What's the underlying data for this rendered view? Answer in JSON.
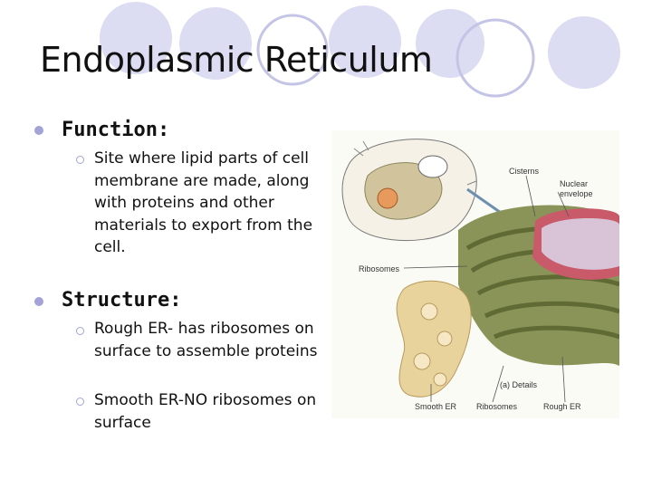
{
  "slide": {
    "title": "Endoplasmic Reticulum",
    "sections": [
      {
        "heading": "Function:",
        "items": [
          "Site where lipid parts of cell membrane are made, along with proteins and other materials to export from the cell."
        ]
      },
      {
        "heading": "Structure:",
        "items": [
          "Rough ER- has ribosomes on surface to assemble proteins",
          "Smooth ER-NO ribosomes on surface"
        ]
      }
    ]
  },
  "figure": {
    "labels": {
      "cisterns": "Cisterns",
      "nuclear_envelope_1": "Nuclear",
      "nuclear_envelope_2": "envelope",
      "ribosomes_left": "Ribosomes",
      "details": "(a) Details",
      "smooth_er": "Smooth ER",
      "ribosomes_bottom": "Ribosomes",
      "rough_er": "Rough ER"
    }
  },
  "colors": {
    "decor_circle_fill": "#dcdcf2",
    "decor_circle_ring": "#b8b8e0",
    "bullet": "#a3a3d8",
    "er_green": "#7d8a4e",
    "smooth_er": "#e9d39d",
    "nucleus": "#c85a6a"
  }
}
